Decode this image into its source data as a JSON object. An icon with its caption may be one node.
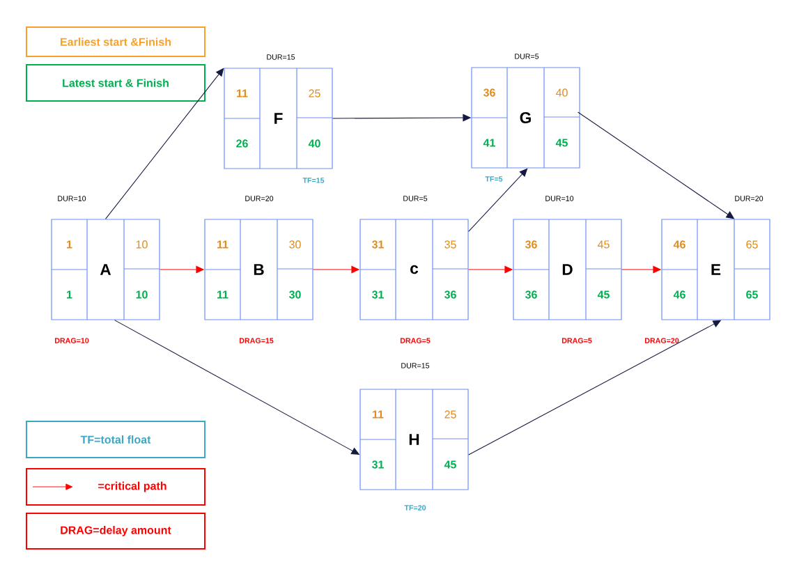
{
  "diagram": {
    "nodes": [
      {
        "text": [
          "Earliest start &Finish"
        ]
      },
      {
        "text": [
          "Latest start & Finish"
        ]
      },
      {
        "text": [
          "11",
          "F",
          "25",
          "26",
          "40"
        ],
        "beside": [
          "DUR=15",
          "TF=15"
        ]
      },
      {
        "text": [
          "36",
          "G",
          "40",
          "41",
          "45"
        ],
        "beside": [
          "DUR=5",
          "TF=5"
        ]
      },
      {
        "text": [
          "1",
          "A",
          "10",
          "1",
          "10"
        ],
        "beside": [
          "DUR=10",
          "DRAG=10"
        ]
      },
      {
        "text": [
          "11",
          "B",
          "30",
          "11",
          "30"
        ],
        "beside": [
          "DUR=20",
          "DRAG=15"
        ]
      },
      {
        "text": [
          "31",
          "c",
          "35",
          "31",
          "36"
        ],
        "beside": [
          "DUR=5",
          "DRAG=5"
        ]
      },
      {
        "text": [
          "36",
          "D",
          "45",
          "36",
          "45"
        ],
        "beside": [
          "DUR=10",
          "DRAG=5"
        ]
      },
      {
        "text": [
          "46",
          "E",
          "65",
          "46",
          "65"
        ],
        "beside": [
          "DUR=20",
          "DRAG=20"
        ]
      },
      {
        "text": [
          "11",
          "H",
          "25",
          "31",
          "45"
        ],
        "beside": [
          "DUR=15",
          "TF=20"
        ]
      },
      {
        "text": [
          "TF=total float"
        ]
      },
      {
        "text": [
          "=critical path"
        ]
      },
      {
        "text": [
          "DRAG=delay amount"
        ]
      }
    ],
    "edges": [
      {
        "from": 4,
        "to": 2,
        "arrow": "to"
      },
      {
        "from": 2,
        "to": 3,
        "arrow": "to"
      },
      {
        "from": 3,
        "to": 8,
        "arrow": "to"
      },
      {
        "from": 4,
        "to": 5,
        "arrow": "to",
        "color": "#ff0000"
      },
      {
        "from": 5,
        "to": 6,
        "arrow": "to",
        "color": "#ff0000"
      },
      {
        "from": 6,
        "to": 7,
        "arrow": "to",
        "color": "#ff0000"
      },
      {
        "from": 7,
        "to": 8,
        "arrow": "to",
        "color": "#ff0000"
      },
      {
        "from": 6,
        "to": 3,
        "arrow": "to"
      },
      {
        "from": 4,
        "to": 9,
        "arrow": "to"
      },
      {
        "from": 9,
        "to": 8,
        "arrow": "to"
      }
    ]
  }
}
